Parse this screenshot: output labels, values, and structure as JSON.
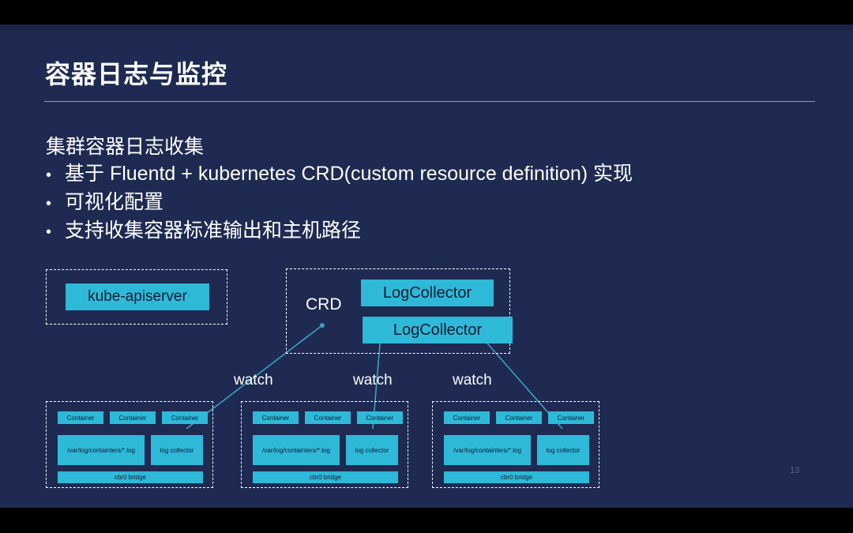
{
  "slide": {
    "title": "容器日志与监控",
    "page_number": "13",
    "lead": "集群容器日志收集",
    "bullet_marker": "•",
    "bullets": [
      "基于 Fluentd + kubernetes CRD(custom resource definition) 实现",
      "可视化配置",
      "支持收集容器标准输出和主机路径"
    ]
  },
  "diagram": {
    "apiserver": {
      "label": "kube-apiserver"
    },
    "crd": {
      "label": "CRD",
      "collectors": [
        {
          "label": "LogCollector"
        },
        {
          "label": "LogCollector"
        }
      ]
    },
    "watch_labels": [
      {
        "label": "watch"
      },
      {
        "label": "watch"
      },
      {
        "label": "watch"
      }
    ],
    "nodes": [
      {
        "containers": [
          "Container",
          "Container",
          "Container"
        ],
        "log_path": "/var/log/containters/*.log",
        "collector": "log collector",
        "bridge": "cbr0 bridge"
      },
      {
        "containers": [
          "Container",
          "Container",
          "Container"
        ],
        "log_path": "/var/log/containters/*.log",
        "collector": "log collector",
        "bridge": "cbr0 bridge"
      },
      {
        "containers": [
          "Container",
          "Container",
          "Container"
        ],
        "log_path": "/var/log/containters/*.log",
        "collector": "log collector",
        "bridge": "cbr0 bridge"
      }
    ]
  },
  "colors": {
    "background": "#1e2a51",
    "accent_cyan": "#2eb9d9",
    "text": "#ffffff",
    "letterbox": "#000000",
    "connector": "#3f9fc4"
  }
}
